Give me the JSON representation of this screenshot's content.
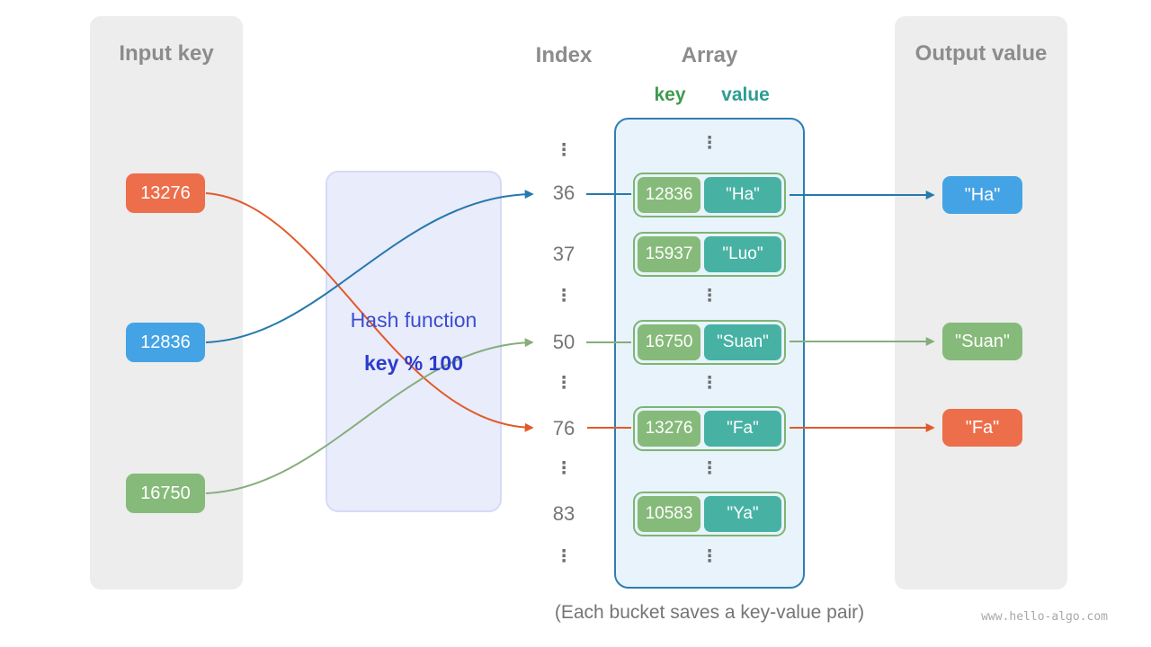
{
  "meta": {
    "caption": "(Each bucket saves a key-value pair)",
    "watermark": "www.hello-algo.com"
  },
  "glyphs": {
    "vdots": "⋮"
  },
  "input_panel": {
    "title": "Input key",
    "keys": [
      {
        "label": "13276",
        "color": "#ED6E4B"
      },
      {
        "label": "12836",
        "color": "#44A3E5"
      },
      {
        "label": "16750",
        "color": "#86BA7A"
      }
    ]
  },
  "hash_function": {
    "title": "Hash function",
    "formula": "key % 100"
  },
  "index_column": {
    "title": "Index",
    "values": [
      "36",
      "37",
      "50",
      "76",
      "83"
    ]
  },
  "array_panel": {
    "title": "Array",
    "key_header": "key",
    "value_header": "value",
    "pairs": [
      {
        "key": "12836",
        "value": "\"Ha\""
      },
      {
        "key": "15937",
        "value": "\"Luo\""
      },
      {
        "key": "16750",
        "value": "\"Suan\""
      },
      {
        "key": "13276",
        "value": "\"Fa\""
      },
      {
        "key": "10583",
        "value": "\"Ya\""
      }
    ]
  },
  "output_panel": {
    "title": "Output value",
    "values": [
      {
        "label": "\"Ha\"",
        "color": "#44A3E5"
      },
      {
        "label": "\"Suan\"",
        "color": "#86BA7A"
      },
      {
        "label": "\"Fa\"",
        "color": "#ED6E4B"
      }
    ]
  },
  "colors": {
    "arrow_blue": "#2579AD",
    "arrow_green": "#85AE7C",
    "arrow_orange": "#E25A2B",
    "key_box_green": "#86BA7A",
    "value_box_teal": "#47B2A4",
    "array_border_blue": "#2E7EB3",
    "panel_gray": "#EDEDED",
    "hash_box_lavender": "#E9ECFB"
  }
}
